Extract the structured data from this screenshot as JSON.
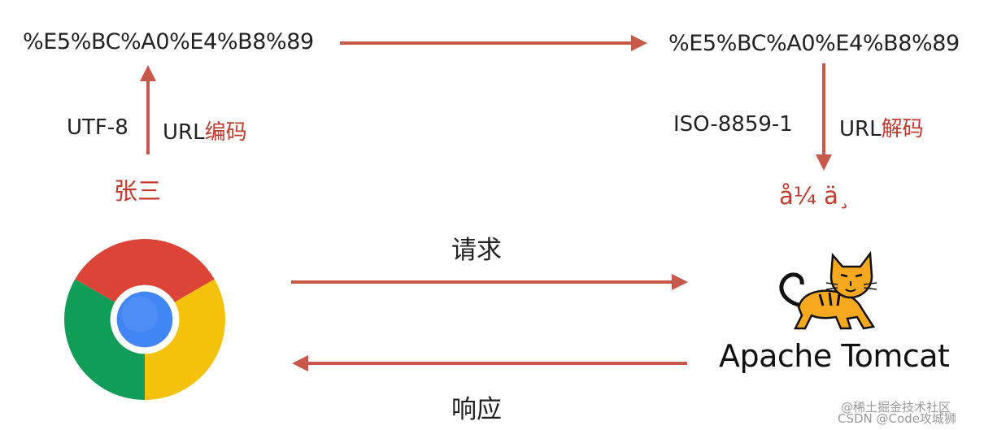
{
  "left_encoded": "%E5%BC%A0%E4%B8%89",
  "right_encoded": "%E5%BC%A0%E4%B8%89",
  "left_charset": "UTF-8",
  "left_op_prefix": "URL",
  "left_op_suffix": "编码",
  "right_charset": "ISO-8859-1",
  "right_op_prefix": "URL",
  "right_op_suffix": "解码",
  "original_text": "张三",
  "garbled_text": "å¼ ä¸",
  "request_label": "请求",
  "response_label": "响应",
  "server_logo_text": "Apache Tomcat",
  "watermark_primary": "@稀土掘金技术社区",
  "watermark_secondary": "CSDN @Code攻城狮",
  "colors": {
    "arrow": "#c8584a",
    "accent_text": "#c0392b",
    "text": "#222222"
  },
  "icons": [
    "chrome-browser-icon",
    "apache-tomcat-logo"
  ]
}
